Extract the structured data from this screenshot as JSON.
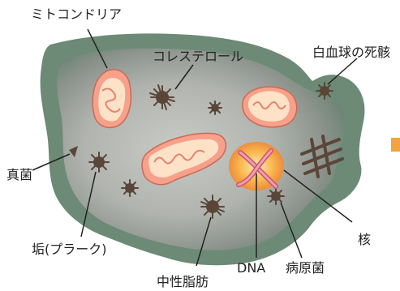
{
  "labels": {
    "mitochondria": "ミトコンドリア",
    "cholesterol": "コレステロール",
    "dead_wbc": "白血球の死骸",
    "fungus": "真菌",
    "plaque": "垢(プラーク)",
    "dna": "DNA",
    "pathogen": "病原菌",
    "nucleus": "核",
    "neutral_fat": "中性脂肪"
  },
  "colors": {
    "body_outer": "#6d8a76",
    "body_inner": "#b4b8b2",
    "mito_fill": "#f7a08a",
    "mito_inner": "#fde2c8",
    "debris": "#5a4638",
    "nucleus_glow": "#f7b24a",
    "dna_strand": "#e28aa0",
    "marker": "#f2a43a"
  }
}
